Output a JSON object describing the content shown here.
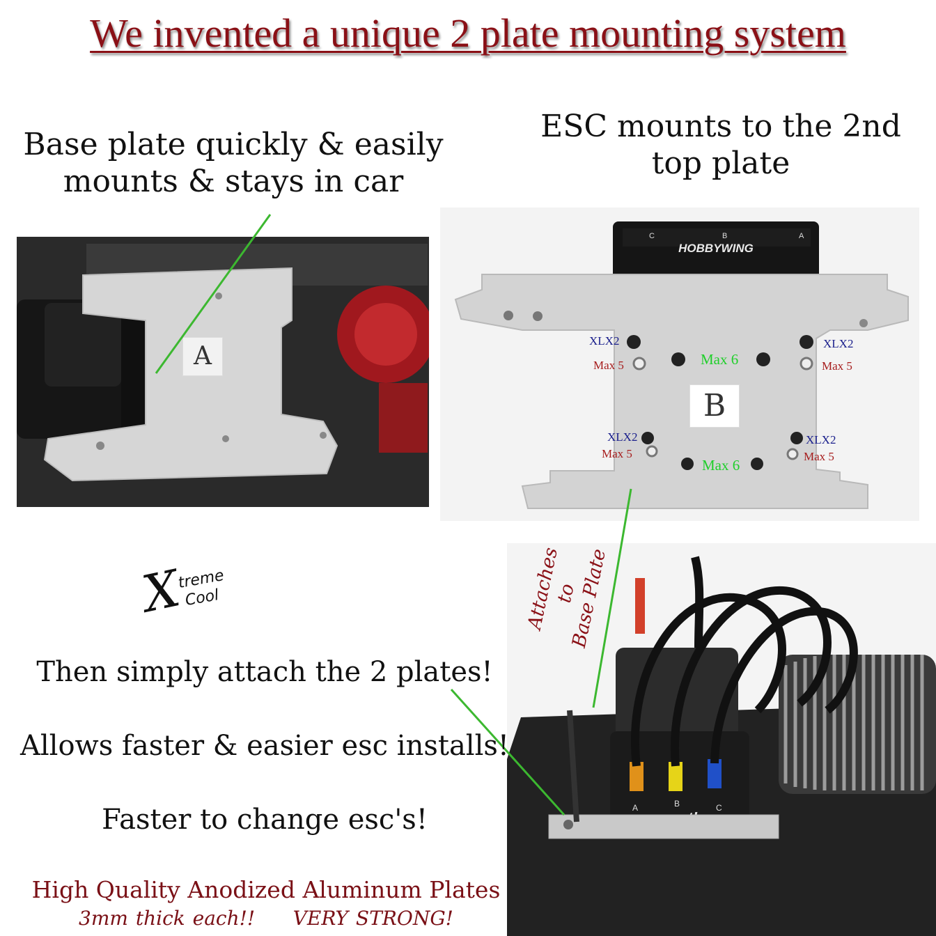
{
  "headline": "We invented a unique 2 plate mounting system",
  "captions": {
    "base_line1": "Base plate quickly & easily",
    "base_line2": "mounts & stays in car",
    "esc_line1": "ESC mounts to the 2nd",
    "esc_line2": "top plate"
  },
  "plate_labels": {
    "a": "A",
    "b": "B"
  },
  "esc_brand_top": "HOBBYWING",
  "esc_brand_bottom": "castle",
  "connector_letters": {
    "top": [
      "C",
      "B",
      "A"
    ],
    "bottom": [
      "A",
      "B",
      "C"
    ]
  },
  "mount_tags": {
    "xlx2": "XLX2",
    "max5": "Max 5",
    "max6": "Max 6"
  },
  "attaches": {
    "line1": "Attaches to",
    "line2": "Base Plate"
  },
  "logo": {
    "mark": "X",
    "word1": "treme",
    "word2": "Cool"
  },
  "features": [
    "Then simply attach the 2 plates!",
    "Allows faster & easier esc installs!",
    "Faster to change esc's!"
  ],
  "quality": "High Quality Anodized Aluminum Plates",
  "strong_left": "3mm thick each!!",
  "strong_right": "VERY STRONG!",
  "colors": {
    "headline": "#8a1016",
    "accent_red": "#7a1016",
    "tag_blue": "#1a1f8c",
    "tag_green": "#1fcf2a",
    "pointer_line": "#3cb830"
  }
}
